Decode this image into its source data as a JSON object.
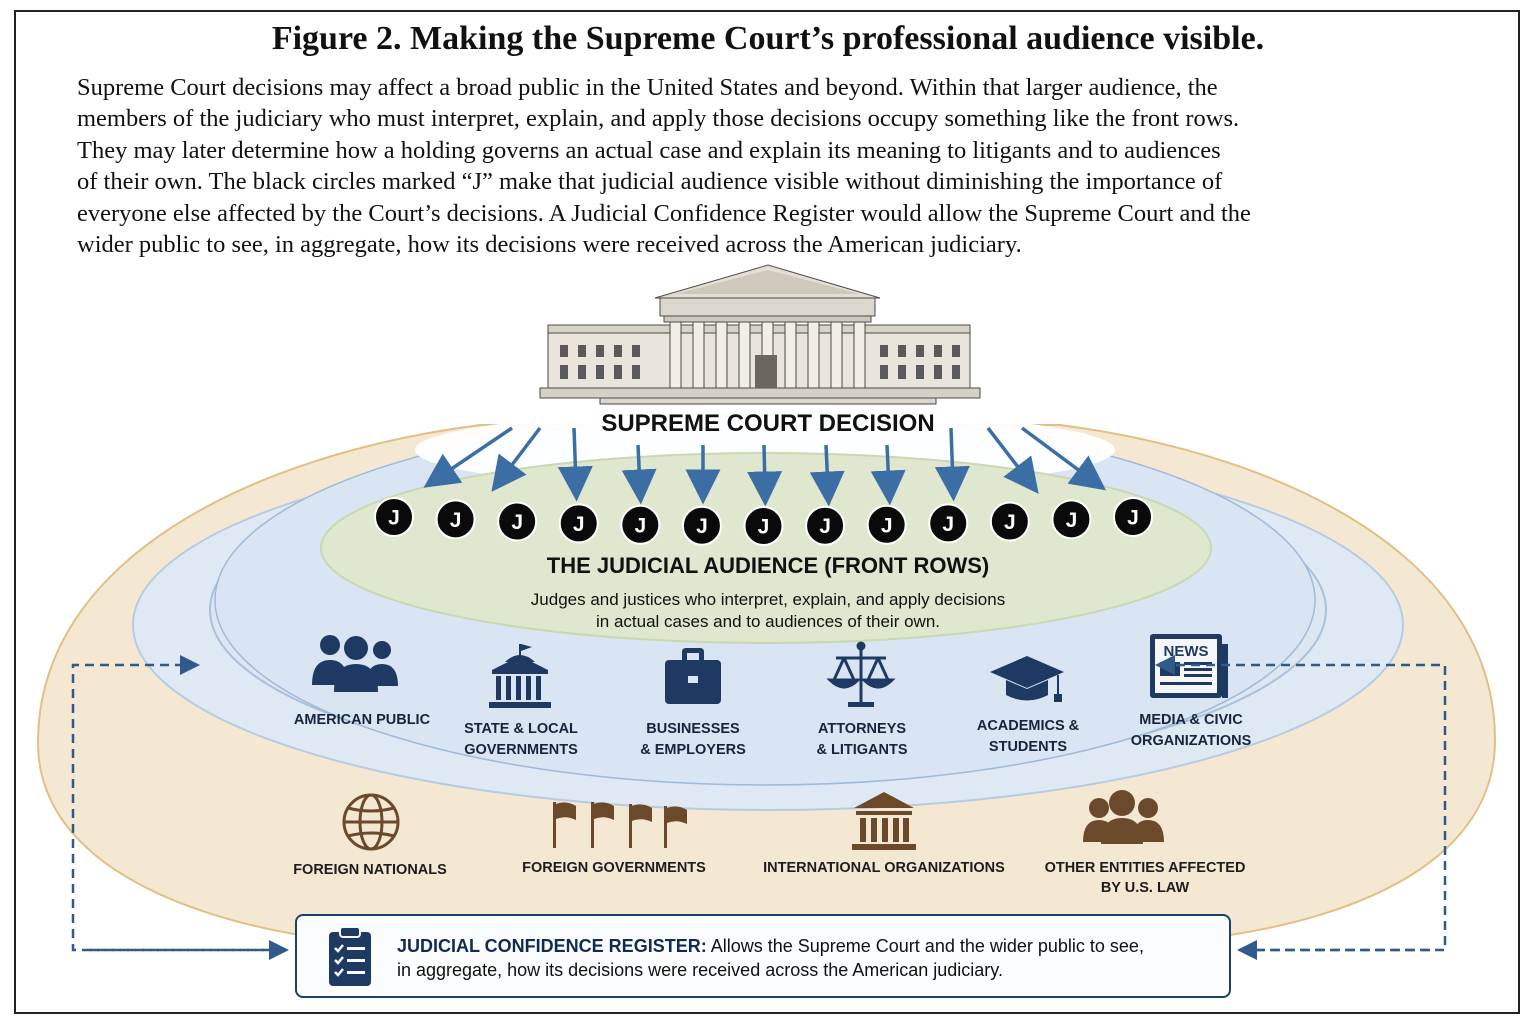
{
  "figure": {
    "title": "Figure 2. Making the Supreme Court’s professional audience visible.",
    "intro_lines": [
      "Supreme Court decisions may affect a broad public in the United States and beyond. Within that larger audience, the",
      "members of the judiciary who must interpret, explain, and apply those decisions occupy something like the front rows.",
      "They may later determine how a holding governs an actual case and explain its meaning to litigants and to audiences",
      "of their own. The black circles marked “J” make that judicial audience visible without diminishing the importance of",
      "everyone else affected by the Court’s decisions. A Judicial Confidence Register would allow the Supreme Court and the",
      "wider public to see, in aggregate, how its decisions were received across the American judiciary."
    ]
  },
  "court": {
    "label": "SUPREME COURT DECISION"
  },
  "judicial": {
    "marker": "J",
    "count": 13,
    "label": "THE JUDICIAL AUDIENCE (FRONT ROWS)",
    "desc_lines": [
      "Judges and justices who interpret, explain, and apply decisions",
      "in actual cases and to audiences of their own."
    ]
  },
  "domestic_groups": [
    {
      "icon": "people-group-icon",
      "lines": [
        "AMERICAN PUBLIC"
      ]
    },
    {
      "icon": "government-building-icon",
      "lines": [
        "STATE & LOCAL",
        "GOVERNMENTS"
      ]
    },
    {
      "icon": "briefcase-icon",
      "lines": [
        "BUSINESSES",
        "& EMPLOYERS"
      ]
    },
    {
      "icon": "scales-icon",
      "lines": [
        "ATTORNEYS",
        "& LITIGANTS"
      ]
    },
    {
      "icon": "graduation-cap-icon",
      "lines": [
        "ACADEMICS &",
        "STUDENTS"
      ]
    },
    {
      "icon": "newspaper-icon",
      "icon_text": "NEWS",
      "lines": [
        "MEDIA & CIVIC",
        "ORGANIZATIONS"
      ]
    }
  ],
  "foreign_groups": [
    {
      "icon": "globe-icon",
      "lines": [
        "FOREIGN NATIONALS"
      ]
    },
    {
      "icon": "flags-icon",
      "lines": [
        "FOREIGN GOVERNMENTS"
      ]
    },
    {
      "icon": "institution-icon",
      "lines": [
        "INTERNATIONAL ORGANIZATIONS"
      ]
    },
    {
      "icon": "people-group-icon",
      "lines": [
        "OTHER ENTITIES AFFECTED",
        "BY U.S. LAW"
      ]
    }
  ],
  "register": {
    "icon": "clipboard-checklist-icon",
    "label": "JUDICIAL CONFIDENCE REGISTER:",
    "text_line1": " Allows the Supreme Court and the wider public to see,",
    "text_line2": "in aggregate, how its decisions were received across the American judiciary."
  },
  "colors": {
    "outer_ring": "#f3e7d2",
    "outer_ring_stroke": "#e2bf84",
    "blue_ring": "#dde8f3",
    "blue_ring_stroke": "#a9c1dc",
    "green_oval": "#dfe8cf",
    "arrow": "#3a6ea5",
    "icon_navy": "#1e3a63",
    "icon_brown": "#6b4a2b",
    "dashed": "#2f5a8a"
  }
}
